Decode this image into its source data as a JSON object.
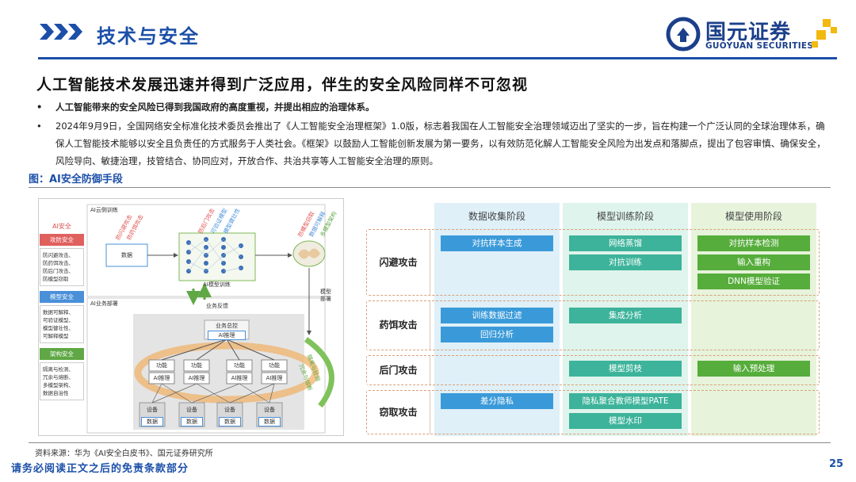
{
  "header": {
    "title": "技术与安全",
    "logo_cn": "国元证券",
    "logo_en": "GUOYUAN SECURITIES"
  },
  "headline": "人工智能技术发展迅速并得到广泛应用，伴生的安全风险同样不可忽视",
  "bullets": [
    "人工智能带来的安全风险已得到我国政府的高度重视，并提出相应的治理体系。",
    "2024年9月9日，全国网络安全标准化技术委员会推出了《人工智能安全治理框架》1.0版，标志着我国在人工智能安全治理领域迈出了坚实的一步，旨在构建一个广泛认同的全球治理体系，确保人工智能技术能够以安全且负责任的方式服务于人类社会。《框架》以鼓励人工智能创新发展为第一要务，以有效防范化解人工智能安全风险为出发点和落脚点，提出了包容审慎、确保安全，风险导向、敏捷治理，技管结合、协同应对，开放合作、共治共享等人工智能安全治理的原则。"
  ],
  "figure_title": "图：AI安全防御手段",
  "diagram": {
    "legend_head": "AI安全",
    "groups": [
      {
        "tag": "攻防安全",
        "body": "防闪避攻击、\n防药饵攻击、\n防后门攻击、\n防模型窃取"
      },
      {
        "tag": "模型安全",
        "body": "数据可解释、\n可验证模型、\n模型健壮性、\n可解释模型"
      },
      {
        "tag": "架构安全",
        "body": "隔离与检测、\n冗余与熔断、\n多模型架构、\n数据自治性"
      }
    ],
    "cloud_train": "AI云侧训练",
    "data_box": "数据",
    "model_train": "AI模型训练",
    "business_feedback": "业务反馈",
    "deploy": "AI业务部署",
    "model_deploy": "模型\n部署",
    "business_center": "业务总控",
    "ai_infer": "AI推理",
    "func": "功能",
    "device": "设备",
    "data": "数据",
    "rot_left": [
      "防闪避攻击",
      "防药饵攻击"
    ],
    "rot_mid": [
      "防后门攻击",
      "可验证模型",
      "模型健壮性"
    ],
    "rot_right": [
      "防模型窃取",
      "数据可解释",
      "多模型架构"
    ],
    "rot_arc": [
      "隔离与检测",
      "冗余与熔断"
    ]
  },
  "table": {
    "columns": [
      "数据收集阶段",
      "模型训练阶段",
      "模型使用阶段"
    ],
    "rows": [
      {
        "label": "闪避攻击",
        "cells": [
          [
            "对抗样本生成"
          ],
          [
            "网络蒸馏",
            "对抗训练"
          ],
          [
            "对抗样本检测",
            "输入重构",
            "DNN模型验证"
          ]
        ]
      },
      {
        "label": "药饵攻击",
        "cells": [
          [
            "训练数据过滤",
            "回归分析"
          ],
          [
            "集成分析"
          ],
          []
        ]
      },
      {
        "label": "后门攻击",
        "cells": [
          [],
          [
            "模型剪枝"
          ],
          [
            "输入预处理"
          ]
        ]
      },
      {
        "label": "窃取攻击",
        "cells": [
          [
            "差分隐私"
          ],
          [
            "隐私聚合教师模型PATE",
            "模型水印"
          ],
          []
        ]
      }
    ]
  },
  "source": "资料来源：华为《AI安全白皮书》、国元证券研究所",
  "disclaimer": "请务必阅读正文之后的免责条款部分",
  "page_number": "25",
  "colors": {
    "brand_blue": "#1b4fa8",
    "logo_gold": "#f2b90f",
    "cell_blue": "#3a9ad9",
    "cell_teal": "#3cb39a",
    "cell_green": "#56ad3b"
  }
}
